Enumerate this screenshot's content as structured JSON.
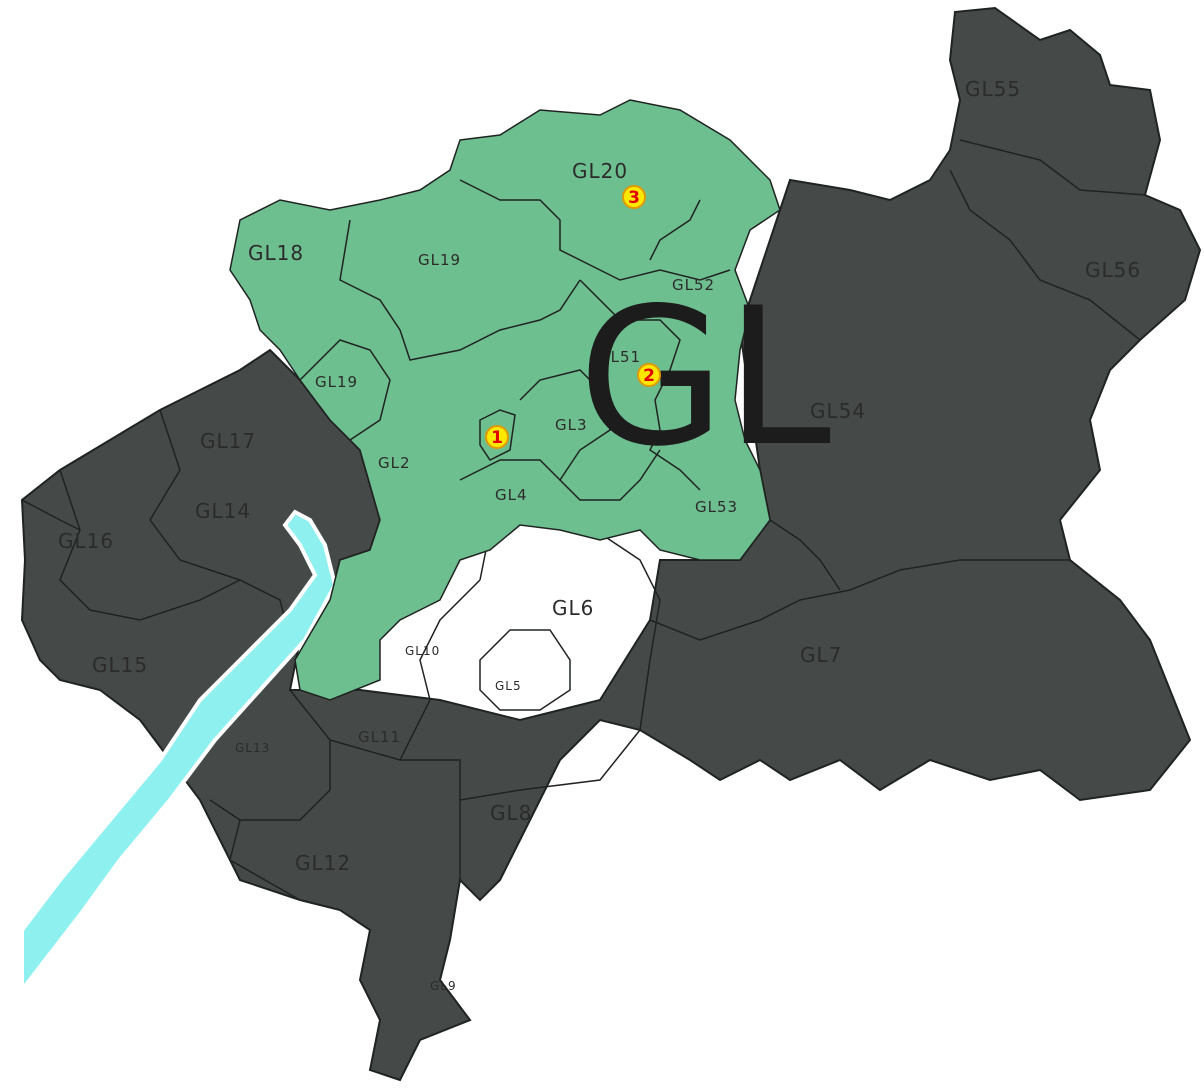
{
  "map": {
    "area_code": "GL",
    "colors": {
      "grey_region": "#454a48",
      "green_region": "#6ebf90",
      "river": "#8ff0f0",
      "border": "#1f2321",
      "marker_fill": "#ffe800",
      "marker_ring": "#e09a00",
      "marker_text": "#e00000"
    },
    "districts": [
      {
        "id": "GL55",
        "label": "GL55",
        "highlighted": false
      },
      {
        "id": "GL56",
        "label": "GL56",
        "highlighted": false
      },
      {
        "id": "GL20",
        "label": "GL20",
        "highlighted": true
      },
      {
        "id": "GL18",
        "label": "GL18",
        "highlighted": true
      },
      {
        "id": "GL19a",
        "label": "GL19",
        "highlighted": true
      },
      {
        "id": "GL19b",
        "label": "GL19",
        "highlighted": true
      },
      {
        "id": "GL52",
        "label": "GL52",
        "highlighted": true
      },
      {
        "id": "GL51",
        "label": "GL51",
        "highlighted": true
      },
      {
        "id": "GL54",
        "label": "GL54",
        "highlighted": false
      },
      {
        "id": "GL17",
        "label": "GL17",
        "highlighted": false
      },
      {
        "id": "GL14",
        "label": "GL14",
        "highlighted": false
      },
      {
        "id": "GL16",
        "label": "GL16",
        "highlighted": false
      },
      {
        "id": "GL2",
        "label": "GL2",
        "highlighted": true
      },
      {
        "id": "GL3",
        "label": "GL3",
        "highlighted": true
      },
      {
        "id": "GL4",
        "label": "GL4",
        "highlighted": true
      },
      {
        "id": "GL53",
        "label": "GL53",
        "highlighted": true
      },
      {
        "id": "GL6",
        "label": "GL6",
        "highlighted": false
      },
      {
        "id": "GL7",
        "label": "GL7",
        "highlighted": false
      },
      {
        "id": "GL15",
        "label": "GL15",
        "highlighted": false
      },
      {
        "id": "GL10",
        "label": "GL10",
        "highlighted": false
      },
      {
        "id": "GL5",
        "label": "GL5",
        "highlighted": false
      },
      {
        "id": "GL13",
        "label": "GL13",
        "highlighted": false
      },
      {
        "id": "GL11",
        "label": "GL11",
        "highlighted": false
      },
      {
        "id": "GL8",
        "label": "GL8",
        "highlighted": false
      },
      {
        "id": "GL12",
        "label": "GL12",
        "highlighted": false
      },
      {
        "id": "GL9",
        "label": "GL9",
        "highlighted": false
      }
    ],
    "markers": [
      {
        "label": "1"
      },
      {
        "label": "2"
      },
      {
        "label": "3"
      }
    ]
  }
}
